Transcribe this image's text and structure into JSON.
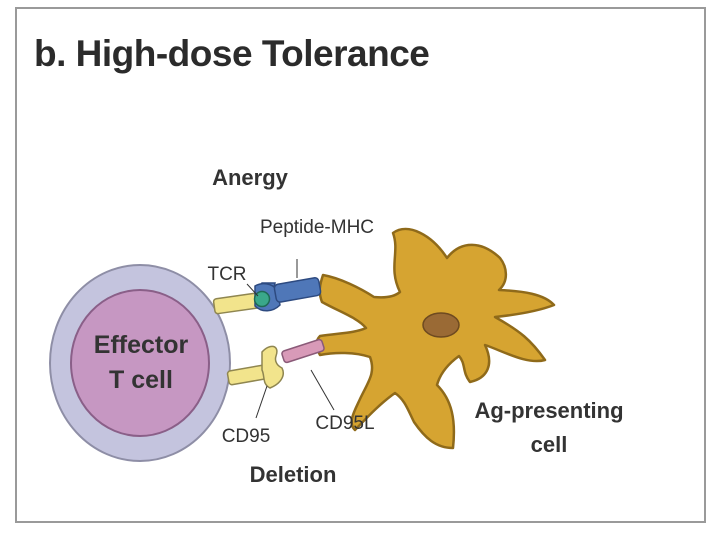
{
  "title": "b. High-dose Tolerance",
  "labels": {
    "anergy": "Anergy",
    "deletion": "Deletion",
    "peptide_mhc": "Peptide-MHC",
    "tcr": "TCR",
    "cd95": "CD95",
    "cd95l": "CD95L",
    "effector_line1": "Effector",
    "effector_line2": "T cell",
    "apc_line1": "Ag-presenting",
    "apc_line2": "cell"
  },
  "colors": {
    "t_cell_outer": "#c4c4de",
    "t_cell_inner": "#c697c2",
    "apc_body": "#d6a431",
    "apc_nucleus": "#9a6a35",
    "tcr": "#f2e48c",
    "mhc": "#4f77b8",
    "peptide": "#3aa88a",
    "cd95l": "#d89ab8"
  }
}
